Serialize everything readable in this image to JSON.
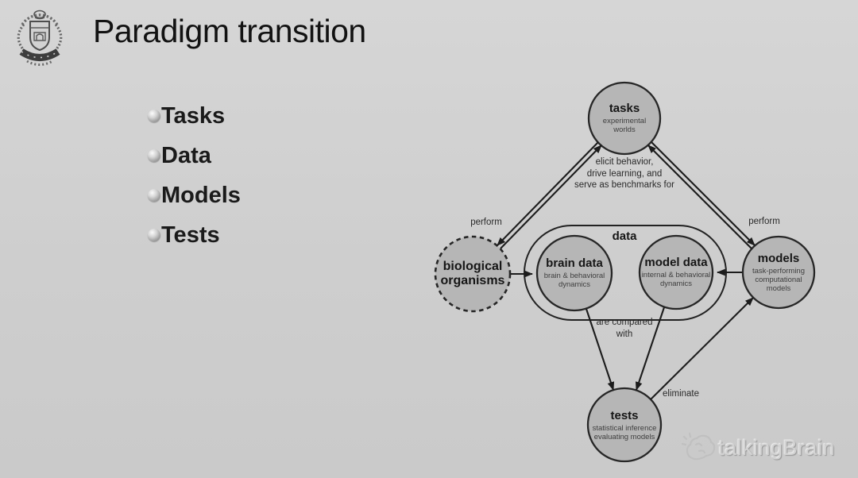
{
  "slide": {
    "title": "Paradigm transition",
    "bullets": [
      "Tasks",
      "Data",
      "Models",
      "Tests"
    ]
  },
  "diagram": {
    "group_label": "data",
    "nodes": {
      "tasks": {
        "title": "tasks",
        "subtitle": "experimental\nworlds"
      },
      "organisms": {
        "title": "biological\norganisms"
      },
      "brain_data": {
        "title": "brain data",
        "subtitle": "brain & behavioral\ndynamics"
      },
      "model_data": {
        "title": "model data",
        "subtitle": "internal & behavioral\ndynamics"
      },
      "models": {
        "title": "models",
        "subtitle": "task-performing\ncomputational\nmodels"
      },
      "tests": {
        "title": "tests",
        "subtitle": "statistical inference\nevaluating models"
      }
    },
    "edge_labels": {
      "perform_left": "perform",
      "perform_right": "perform",
      "elicit": "elicit behavior,\ndrive learning, and\nserve as benchmarks for",
      "compared": "are compared\nwith",
      "eliminate": "eliminate"
    },
    "colors": {
      "node_fill": "#b6b6b6",
      "node_stroke": "#262626",
      "line": "#1c1c1c",
      "background": "#cecece"
    }
  },
  "watermark": {
    "text": "talkingBrain"
  }
}
